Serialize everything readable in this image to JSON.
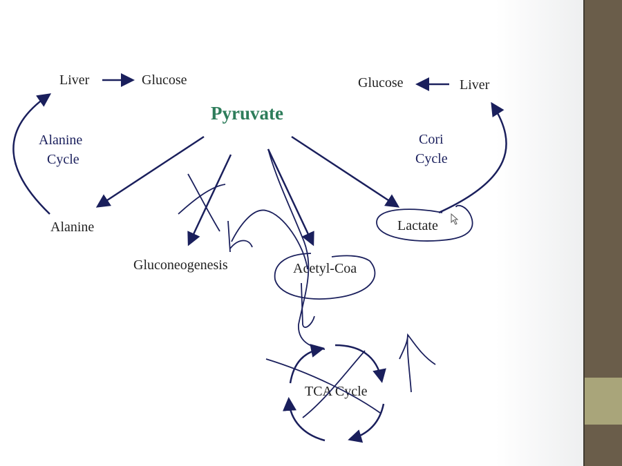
{
  "slide": {
    "title": "Pyruvate",
    "labels": {
      "liver_left": "Liver",
      "glucose_left": "Glucose",
      "alanine_cycle_line1": "Alanine",
      "alanine_cycle_line2": "Cycle",
      "glucose_right": "Glucose",
      "liver_right": "Liver",
      "cori_cycle_line1": "Cori",
      "cori_cycle_line2": "Cycle",
      "alanine": "Alanine",
      "lactate": "Lactate",
      "gluconeogenesis": "Gluconeogenesis",
      "acetyl_coa": "Acetyl-Coa",
      "tca_cycle": "TCA Cycle"
    }
  },
  "colors": {
    "title": "#2e7d5b",
    "arrow": "#1a1f5c",
    "sidebar": "#6a5d4a",
    "sidebar_band": "#a9a57a"
  }
}
